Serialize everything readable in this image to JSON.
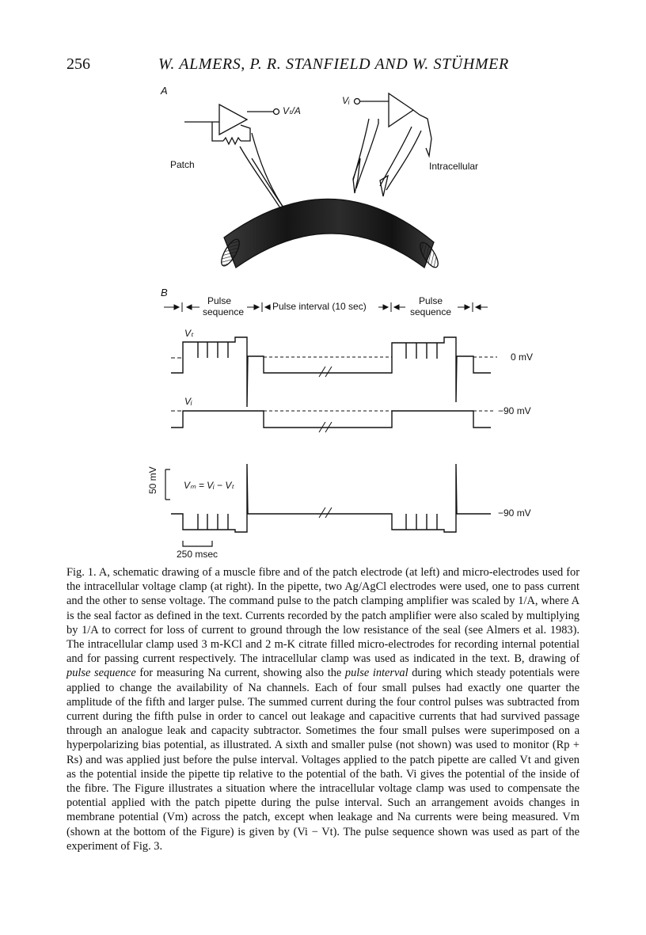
{
  "header": {
    "page_number": "256",
    "running_head": "W. ALMERS, P. R. STANFIELD AND W. STÜHMER"
  },
  "panel_a": {
    "label": "A",
    "vt_over_a": "Vₜ/A",
    "vi": "Vᵢ",
    "patch": "Patch",
    "intracellular": "Intracellular"
  },
  "panel_b": {
    "label": "B",
    "pulse_sequence_1": [
      "Pulse",
      "sequence"
    ],
    "pulse_interval": "Pulse interval (10 sec)",
    "pulse_sequence_2": [
      "Pulse",
      "sequence"
    ],
    "trace_vt_label": "Vₜ",
    "trace_vi_label": "Vᵢ",
    "level_0mv": "0 mV",
    "level_minus90_a": "−90 mV",
    "level_minus90_b": "−90 mV",
    "scale_voltage": "50 mV",
    "vm_equation": "Vₘ = Vᵢ − Vₜ",
    "scale_time": "250 msec"
  },
  "caption": {
    "part1": "Fig. 1. A, schematic drawing of a muscle fibre and of the patch electrode (at left) and micro-electrodes used for the intracellular voltage clamp (at right). In the pipette, two Ag/AgCl electrodes were used, one to pass current and the other to sense voltage. The command pulse to the patch clamping amplifier was scaled by 1/A, where A is the seal factor as defined in the text. Currents recorded by the patch amplifier were also scaled by multiplying by 1/A to correct for loss of current to ground through the low resistance of the seal (see Almers et al. 1983). The intracellular clamp used 3 m-KCl and 2 m-K citrate filled micro-electrodes for recording internal potential and for passing current respectively. The intracellular clamp was used as indicated in the text. B, drawing of ",
    "em1": "pulse sequence",
    "part2": " for measuring Na current, showing also the ",
    "em2": "pulse interval",
    "part3": " during which steady potentials were applied to change the availability of Na channels. Each of four small pulses had exactly one quarter the amplitude of the fifth and larger pulse. The summed current during the four control pulses was subtracted from current during the fifth pulse in order to cancel out leakage and capacitive currents that had survived passage through an analogue leak and capacity subtractor. Sometimes the four small pulses were superimposed on a hyperpolarizing bias potential, as illustrated. A sixth and smaller pulse (not shown) was used to monitor (Rp + Rs) and was applied just before the pulse interval. Voltages applied to the patch pipette are called Vt and given as the potential inside the pipette tip relative to the potential of the bath. Vi gives the potential of the inside of the fibre. The Figure illustrates a situation where the intracellular voltage clamp was used to compensate the potential applied with the patch pipette during the pulse interval. Such an arrangement avoids changes in membrane potential (Vm) across the patch, except when leakage and Na currents were being measured. Vm (shown at the bottom of the Figure) is given by (Vi − Vt). The pulse sequence shown was used as part of the experiment of Fig. 3."
  }
}
